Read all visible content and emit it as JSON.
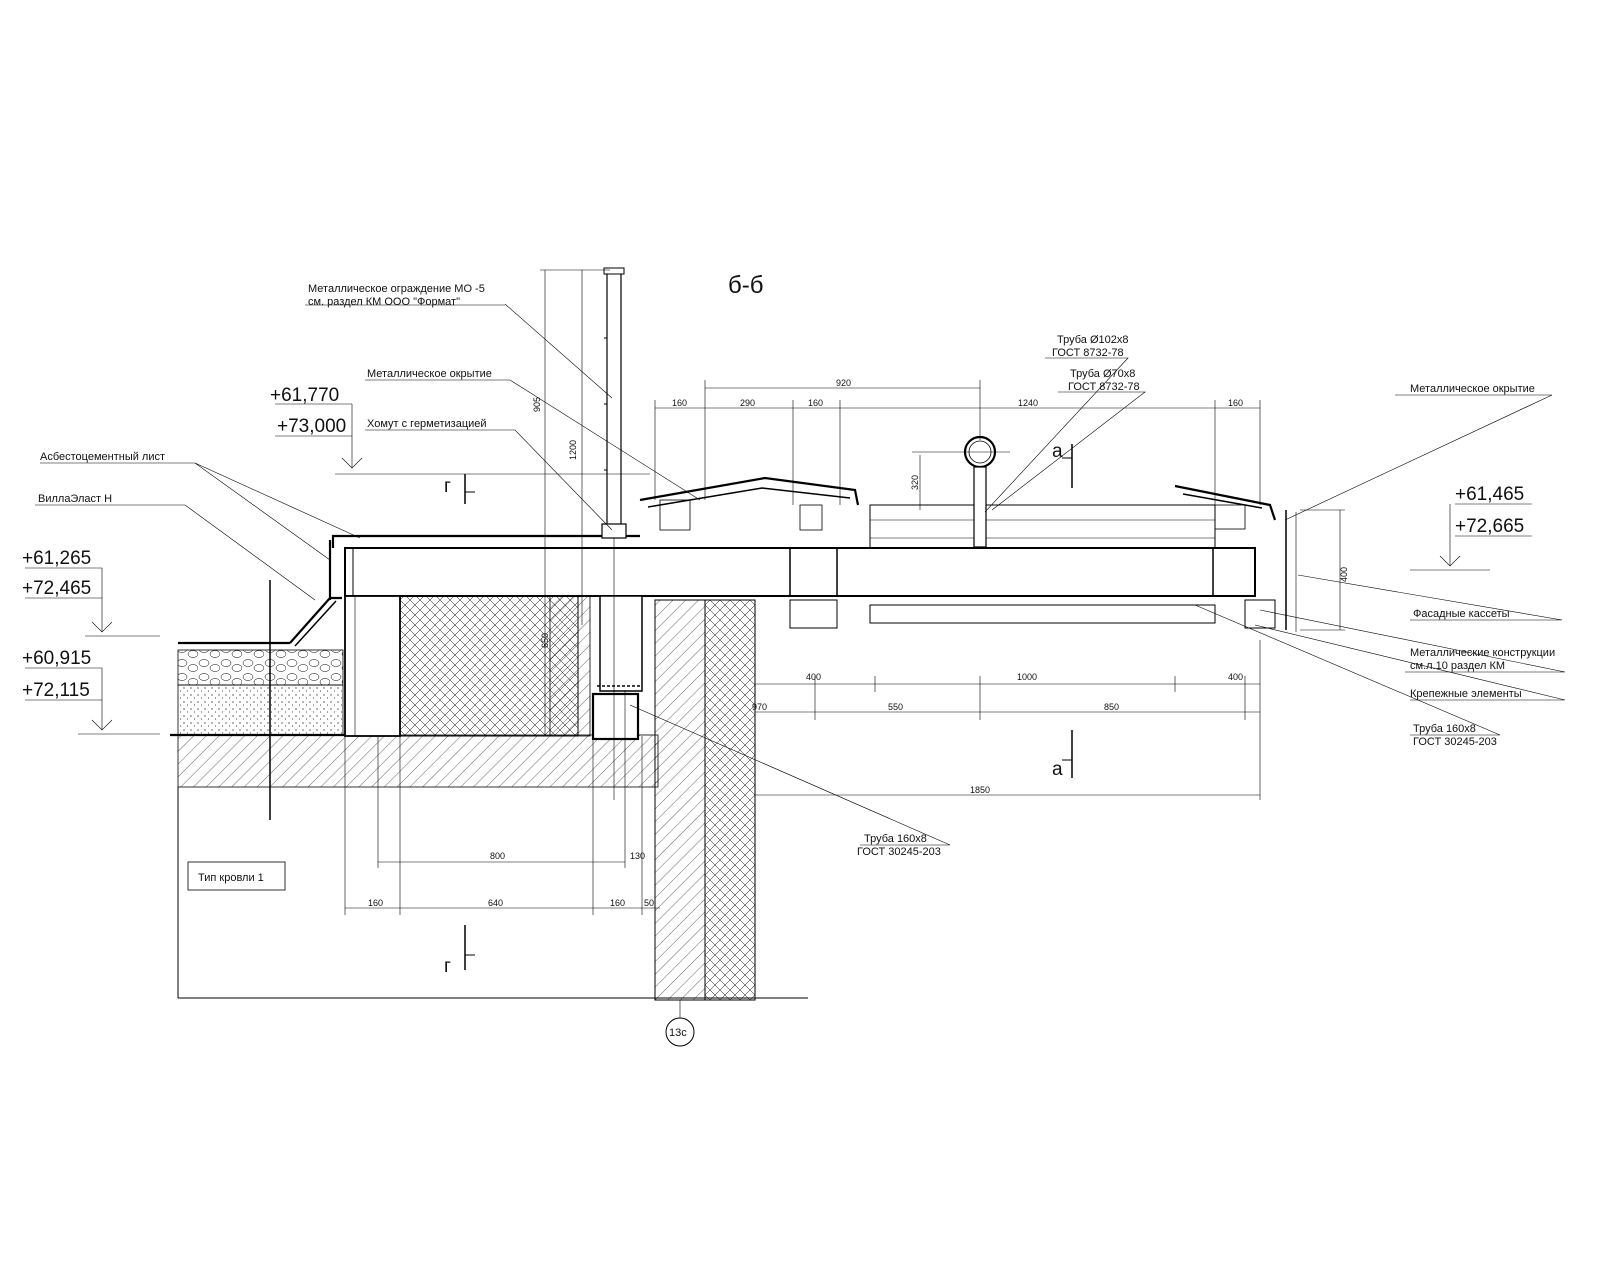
{
  "title": "б-б",
  "elevations": {
    "top_left_1": "+61,770",
    "top_left_2": "+73,000",
    "mid_left_1": "+61,265",
    "mid_left_2": "+72,465",
    "low_left_1": "+60,915",
    "low_left_2": "+72,115",
    "right_1": "+61,465",
    "right_2": "+72,665"
  },
  "labels": {
    "railing_1": "Металлическое ограждение МО -5",
    "railing_2": "см. раздел КМ ООО \"Формат\"",
    "flashing_left": "Металлическое окрытие",
    "clamp": "Хомут с герметизацией",
    "asbestos": "Асбестоцементный лист",
    "villaelast": "ВиллаЭласт Н",
    "pipe102_1": "Труба Ø102х8",
    "pipe102_2": "ГОСТ 8732-78",
    "pipe70_1": "Труба Ø70х8",
    "pipe70_2": "ГОСТ 8732-78",
    "flashing_right": "Металлическое окрытие",
    "facade": "Фасадные кассеты",
    "metal_1": "Металлические конструкции",
    "metal_2": "см.л.10  раздел КМ",
    "fasteners": "Крепежные элементы",
    "pipe160r_1": "Труба 160х8",
    "pipe160r_2": "ГОСТ 30245-203",
    "pipe160b_1": "Труба 160х8",
    "pipe160b_2": "ГОСТ 30245-203",
    "roof_type": "Тип кровли 1",
    "axis": "13с",
    "section_g_top": "г",
    "section_g_bottom": "г",
    "section_a_top": "а",
    "section_a_bottom": "а"
  },
  "dimensions": {
    "d920": "920",
    "d160a": "160",
    "d290": "290",
    "d160b": "160",
    "d1240": "1240",
    "d160c": "160",
    "d905": "905",
    "d1200": "1200",
    "d320": "320",
    "d650": "650",
    "d400v": "400",
    "d400a": "400",
    "d1000": "1000",
    "d400b": "400",
    "d970": "970",
    "d550": "550",
    "d850": "850",
    "d1850": "1850",
    "d800": "800",
    "d130": "130",
    "d160d": "160",
    "d640": "640",
    "d160e": "160",
    "d50": "50"
  }
}
